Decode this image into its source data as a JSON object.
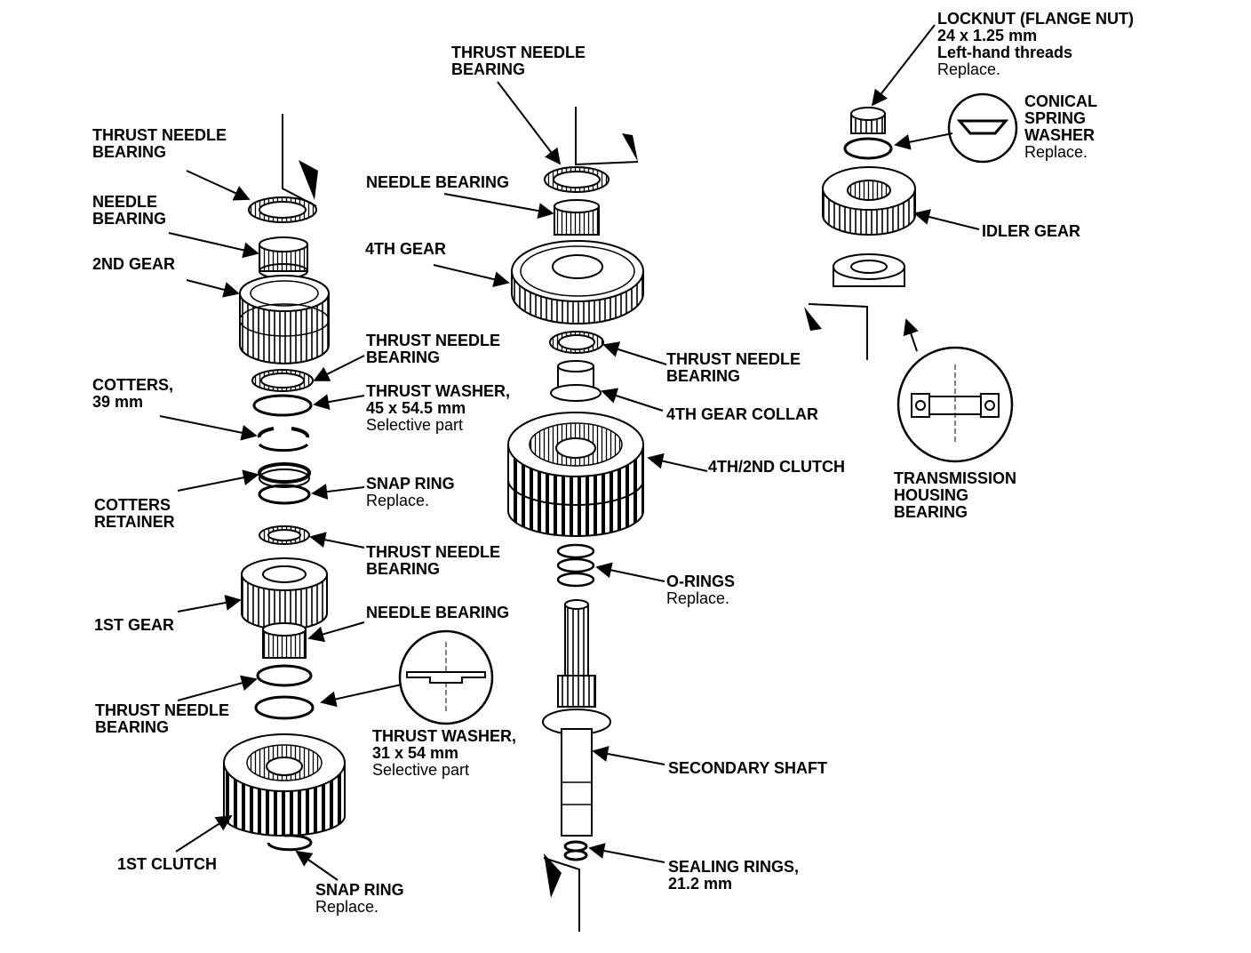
{
  "labels": {
    "locknut": {
      "l1": "LOCKNUT (FLANGE NUT)",
      "l2": "24 x 1.25 mm",
      "l3": "Left-hand threads",
      "l4": "Replace."
    },
    "thrust_needle_top": {
      "l1": "THRUST NEEDLE",
      "l2": "BEARING"
    },
    "conical_spring": {
      "l1": "CONICAL",
      "l2": "SPRING",
      "l3": "WASHER",
      "l4": "Replace."
    },
    "left_thrust_needle_1": {
      "l1": "THRUST NEEDLE",
      "l2": "BEARING"
    },
    "needle_bearing_center": {
      "l1": "NEEDLE BEARING"
    },
    "left_needle_bearing": {
      "l1": "NEEDLE",
      "l2": "BEARING"
    },
    "idler_gear": {
      "l1": "IDLER GEAR"
    },
    "fourth_gear": {
      "l1": "4TH GEAR"
    },
    "second_gear": {
      "l1": "2ND GEAR"
    },
    "left_thrust_needle_2": {
      "l1": "THRUST NEEDLE",
      "l2": "BEARING"
    },
    "center_thrust_needle": {
      "l1": "THRUST NEEDLE",
      "l2": "BEARING"
    },
    "cotters": {
      "l1": "COTTERS,",
      "l2": "39 mm"
    },
    "thrust_washer_45": {
      "l1": "THRUST WASHER,",
      "l2": "45 x 54.5 mm",
      "l3": "Selective part"
    },
    "fourth_gear_collar": {
      "l1": "4TH GEAR COLLAR"
    },
    "clutch_4_2": {
      "l1": "4TH/2ND CLUTCH"
    },
    "trans_housing": {
      "l1": "TRANSMISSION",
      "l2": "HOUSING",
      "l3": "BEARING"
    },
    "snap_ring_mid": {
      "l1": "SNAP RING",
      "l2": "Replace."
    },
    "cotters_retainer": {
      "l1": "COTTERS",
      "l2": "RETAINER"
    },
    "left_thrust_needle_3": {
      "l1": "THRUST NEEDLE",
      "l2": "BEARING"
    },
    "o_rings": {
      "l1": "O-RINGS",
      "l2": "Replace."
    },
    "needle_bearing_lower": {
      "l1": "NEEDLE BEARING"
    },
    "first_gear": {
      "l1": "1ST GEAR"
    },
    "left_thrust_needle_4": {
      "l1": "THRUST NEEDLE",
      "l2": "BEARING"
    },
    "thrust_washer_31": {
      "l1": "THRUST WASHER,",
      "l2": "31 x 54 mm",
      "l3": "Selective part"
    },
    "secondary_shaft": {
      "l1": "SECONDARY SHAFT"
    },
    "first_clutch": {
      "l1": "1ST CLUTCH"
    },
    "sealing_rings": {
      "l1": "SEALING RINGS,",
      "l2": "21.2 mm"
    },
    "snap_ring_bottom": {
      "l1": "SNAP RING",
      "l2": "Replace."
    }
  }
}
